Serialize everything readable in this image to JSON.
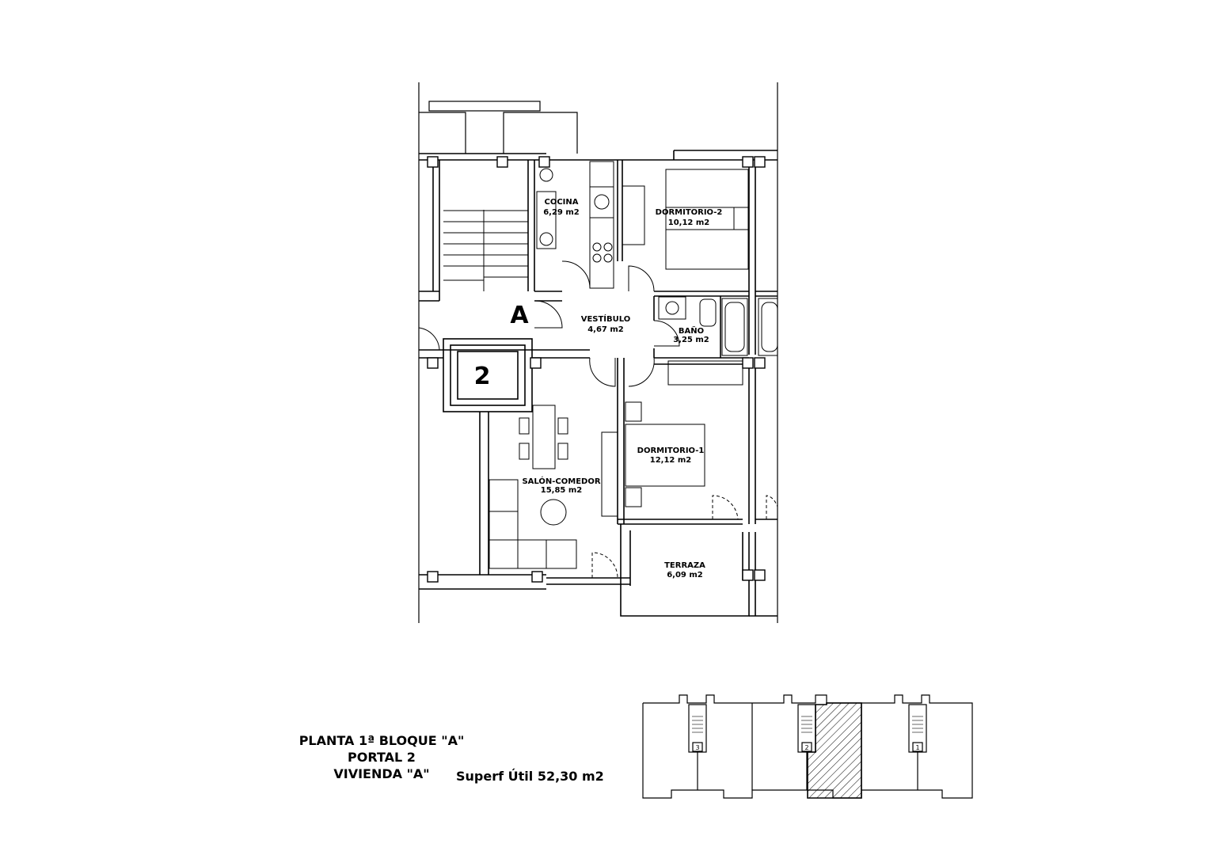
{
  "plan": {
    "unit_letter": "A",
    "portal_number": "2",
    "rooms": {
      "cocina": {
        "name": "COCINA",
        "area": "6,29 m2"
      },
      "dormitorio2": {
        "name": "DORMITORIO-2",
        "area": "10,12 m2"
      },
      "vestibulo": {
        "name": "VESTÍBULO",
        "area": "4,67 m2"
      },
      "bano": {
        "name": "BAÑO",
        "area": "3,25 m2"
      },
      "dormitorio1": {
        "name": "DORMITORIO-1",
        "area": "12,12 m2"
      },
      "salon": {
        "name": "SALÓN-COMEDOR",
        "area": "15,85 m2"
      },
      "terraza": {
        "name": "TERRAZA",
        "area": "6,09 m2"
      }
    }
  },
  "caption": {
    "line1": "PLANTA  1ª  BLOQUE  \"A\"",
    "line2": "PORTAL 2",
    "line3": "VIVIENDA \"A\"",
    "surface": "Superf Útil 52,30 m2"
  },
  "key_plan": {
    "portal_labels": [
      "3",
      "2",
      "1"
    ],
    "highlighted_portal": "2"
  }
}
